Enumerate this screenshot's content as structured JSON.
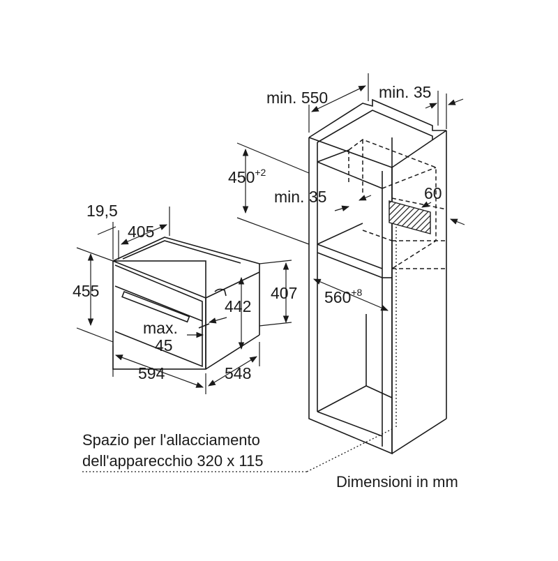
{
  "dimensions": {
    "appliance_width": "594",
    "appliance_depth": "548",
    "appliance_height": "455",
    "body_height": "442",
    "front_height": "407",
    "body_depth": "405",
    "panel_depth": "19,5",
    "max_label": "max.",
    "max_value": "45",
    "cabinet_min_depth": "min. 550",
    "cabinet_min_gap": "min. 35",
    "niche_height": "450",
    "niche_height_tol": "+2",
    "vent_min": "min. 35",
    "vent_size": "60",
    "niche_width": "560",
    "niche_width_tol": "+8"
  },
  "notes": {
    "connection_line1": "Spazio per l'allacciamento",
    "connection_line2": "dell'apparecchio 320 x 115",
    "units": "Dimensioni in mm"
  }
}
